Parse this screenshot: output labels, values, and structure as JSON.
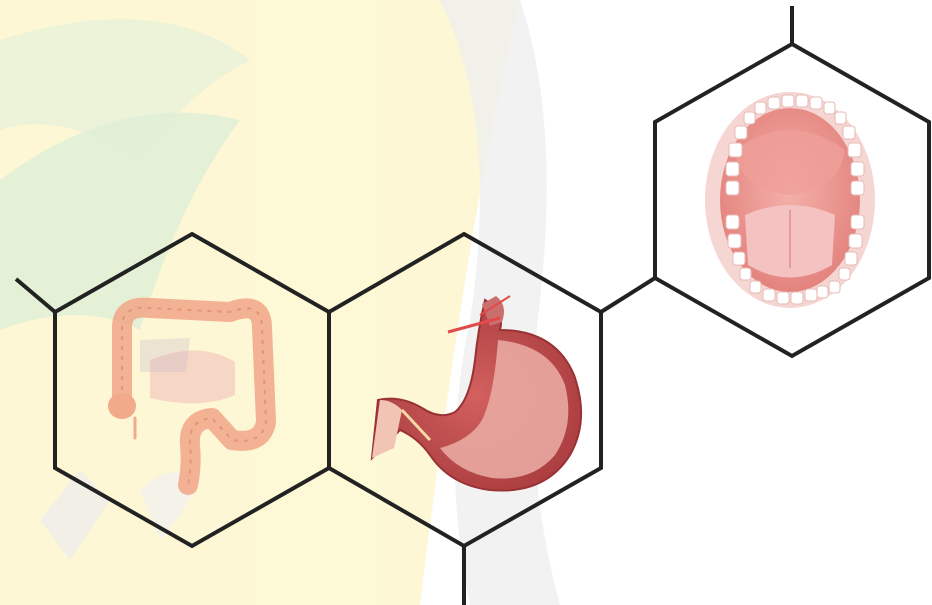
{
  "diagram": {
    "hexagons": [
      {
        "id": "large-intestine",
        "organ": "large-intestine-illustration"
      },
      {
        "id": "stomach",
        "organ": "stomach-illustration"
      },
      {
        "id": "mouth",
        "organ": "mouth-illustration"
      }
    ],
    "colors": {
      "outline": "#222222",
      "watermark_yellow": "#fdf6c8",
      "watermark_green": "#cfe9c7",
      "watermark_gray": "#e6e6e6",
      "tissue_pink": "#e98a86",
      "tissue_dark": "#b94a4a",
      "intestine": "#f2a98a",
      "tongue": "#f4c0c0",
      "teeth": "#ffffff"
    }
  }
}
